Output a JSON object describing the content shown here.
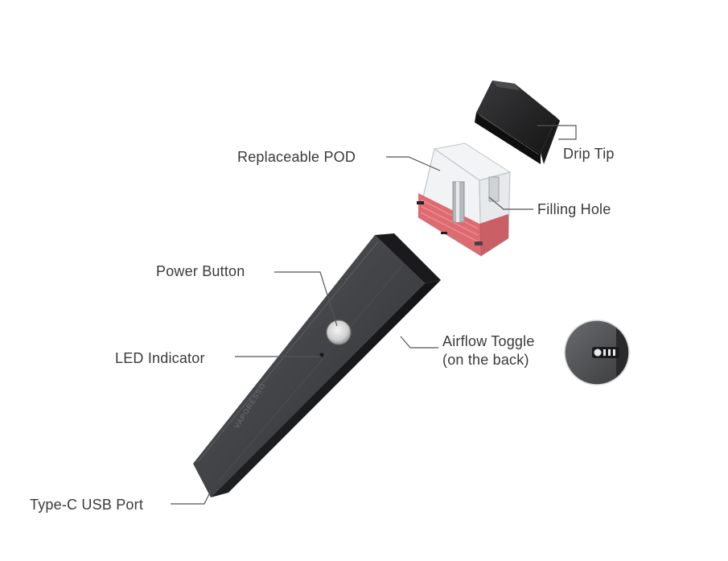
{
  "labels": {
    "drip_tip": "Drip Tip",
    "replaceable_pod": "Replaceable POD",
    "filling_hole": "Filling Hole",
    "power_button": "Power Button",
    "led_indicator": "LED Indicator",
    "airflow_toggle_line1": "Airflow Toggle",
    "airflow_toggle_line2": "(on the back)",
    "type_c_usb_port": "Type-C USB Port"
  },
  "colors": {
    "background": "#ffffff",
    "label_text": "#3a3a3a",
    "leader_line": "#555555",
    "body_dark": "#3b3b3d",
    "pod_liquid": "#d9535b"
  }
}
